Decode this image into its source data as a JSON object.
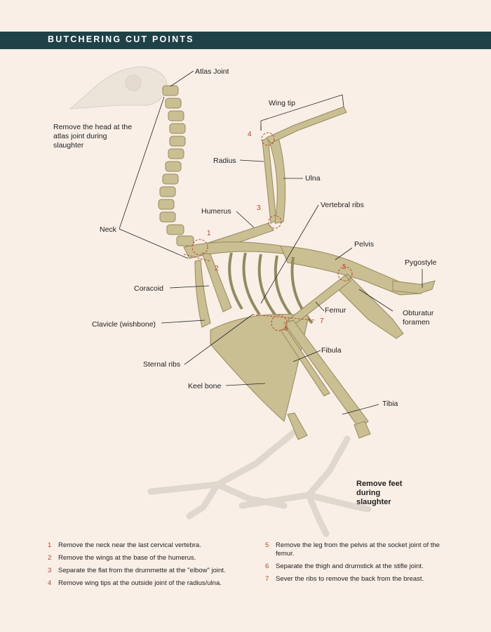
{
  "header": {
    "title": "BUTCHERING CUT POINTS"
  },
  "labels": {
    "atlas_joint": "Atlas Joint",
    "remove_head": "Remove the head at the atlas joint during slaughter",
    "wing_tip": "Wing tip",
    "radius": "Radius",
    "ulna": "Ulna",
    "vertebral_ribs": "Vertebral ribs",
    "humerus": "Humerus",
    "neck": "Neck",
    "pelvis": "Pelvis",
    "pygostyle": "Pygostyle",
    "coracoid": "Coracoid",
    "femur": "Femur",
    "obturatur_foramen": "Obturatur foramen",
    "clavicle": "Clavicle (wishbone)",
    "fibula": "Fibula",
    "sternal_ribs": "Sternal ribs",
    "keel_bone": "Keel bone",
    "tibia": "Tibia",
    "remove_feet": "Remove feet during slaughter"
  },
  "cut_markers": [
    "1",
    "2",
    "3",
    "4",
    "5",
    "6",
    "7"
  ],
  "notes_left": [
    {
      "num": "1",
      "text": "Remove the neck near the last cervical vertebra."
    },
    {
      "num": "2",
      "text": "Remove the wings at the base of the humerus."
    },
    {
      "num": "3",
      "text": "Separate the flat from the drummette at the \"elbow\" joint."
    },
    {
      "num": "4",
      "text": "Remove wing tips at the outside joint of the radius/ulna."
    }
  ],
  "notes_right": [
    {
      "num": "5",
      "text": "Remove the leg from the pelvis at the socket joint of the femur."
    },
    {
      "num": "6",
      "text": "Separate the thigh and drumstick at the stifle joint."
    },
    {
      "num": "7",
      "text": "Sever the ribs to remove the back from the breast."
    }
  ],
  "colors": {
    "header_bg": "#1f4249",
    "background": "#f9efe6",
    "bone": "#c9bf92",
    "cut_marker": "#c0452a"
  }
}
